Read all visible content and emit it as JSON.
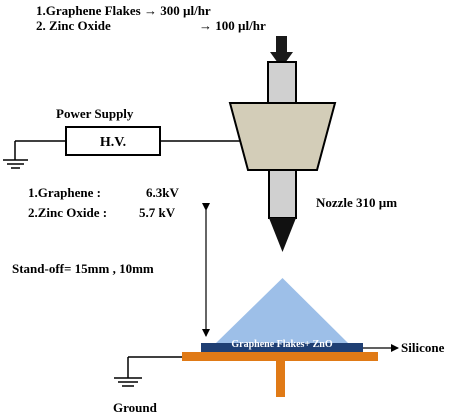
{
  "flow_rates": {
    "line1": "1.Graphene Flakes → 300 µl/hr",
    "line2_label": "2. Zinc Oxide",
    "line2_value": "→ 100 µl/hr"
  },
  "power_supply": {
    "label": "Power Supply",
    "box": "H.V."
  },
  "voltages": {
    "line1_label": "1.Graphene :",
    "line1_value": "6.3kV",
    "line2_label": "2.Zinc Oxide :",
    "line2_value": "5.7 kV"
  },
  "nozzle": "Nozzle 310 µm",
  "standoff": "Stand-off= 15mm , 10mm",
  "deposit": "Graphene Flakes+ ZnO",
  "silicone": "Silicone",
  "ground": "Ground",
  "colors": {
    "needle": "#d0d0d0",
    "holder": "#d3cdb8",
    "spray": "#9dbfe8",
    "substrate": "#1f3f73",
    "collector": "#e07a16"
  }
}
